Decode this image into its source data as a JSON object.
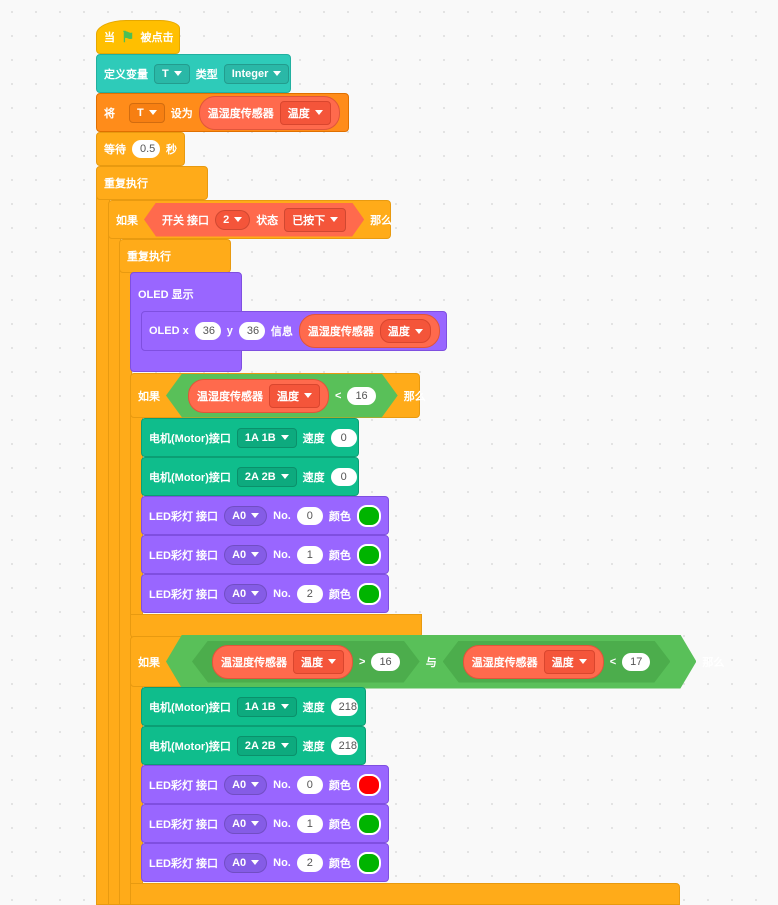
{
  "hat": {
    "when": "当",
    "icon": "green-flag-icon",
    "clicked": "被点击"
  },
  "define": {
    "label": "定义变量",
    "var": "T",
    "type_label": "类型",
    "type": "Integer"
  },
  "set": {
    "label": "将",
    "var": "T",
    "to": "设为",
    "sensor": "温湿度传感器",
    "field": "温度"
  },
  "wait": {
    "label": "等待",
    "value": "0.5",
    "unit": "秒"
  },
  "forever1": "重复执行",
  "if1": {
    "if": "如果",
    "switch": "开关 接口",
    "port": "2",
    "state": "状态",
    "value": "已按下",
    "then": "那么"
  },
  "forever2": "重复执行",
  "oled": {
    "label": "OLED 显示",
    "line": "OLED x",
    "x": "36",
    "y_label": "y",
    "y": "36",
    "info": "信息",
    "sensor": "温湿度传感器",
    "field": "温度"
  },
  "if2": {
    "if": "如果",
    "sensor": "温湿度传感器",
    "field": "温度",
    "op": "<",
    "value": "16",
    "then": "那么",
    "body": [
      {
        "kind": "motor",
        "label": "电机(Motor)接口",
        "port": "1A 1B",
        "speed_label": "速度",
        "speed": "0"
      },
      {
        "kind": "motor",
        "label": "电机(Motor)接口",
        "port": "2A 2B",
        "speed_label": "速度",
        "speed": "0"
      },
      {
        "kind": "led",
        "label": "LED彩灯 接口",
        "port": "A0",
        "no_label": "No.",
        "no": "0",
        "color_label": "颜色",
        "color": "#00b400"
      },
      {
        "kind": "led",
        "label": "LED彩灯 接口",
        "port": "A0",
        "no_label": "No.",
        "no": "1",
        "color_label": "颜色",
        "color": "#00b400"
      },
      {
        "kind": "led",
        "label": "LED彩灯 接口",
        "port": "A0",
        "no_label": "No.",
        "no": "2",
        "color_label": "颜色",
        "color": "#00b400"
      }
    ]
  },
  "if3": {
    "if": "如果",
    "sensor": "温湿度传感器",
    "field": "温度",
    "op1": ">",
    "value1": "16",
    "and": "与",
    "sensor2": "温湿度传感器",
    "field2": "温度",
    "op2": "<",
    "value2": "17",
    "then": "那么",
    "body": [
      {
        "kind": "motor",
        "label": "电机(Motor)接口",
        "port": "1A 1B",
        "speed_label": "速度",
        "speed": "218"
      },
      {
        "kind": "motor",
        "label": "电机(Motor)接口",
        "port": "2A 2B",
        "speed_label": "速度",
        "speed": "218"
      },
      {
        "kind": "led",
        "label": "LED彩灯 接口",
        "port": "A0",
        "no_label": "No.",
        "no": "0",
        "color_label": "颜色",
        "color": "#ff0000"
      },
      {
        "kind": "led",
        "label": "LED彩灯 接口",
        "port": "A0",
        "no_label": "No.",
        "no": "1",
        "color_label": "颜色",
        "color": "#00b400"
      },
      {
        "kind": "led",
        "label": "LED彩灯 接口",
        "port": "A0",
        "no_label": "No.",
        "no": "2",
        "color_label": "颜色",
        "color": "#00b400"
      }
    ]
  }
}
